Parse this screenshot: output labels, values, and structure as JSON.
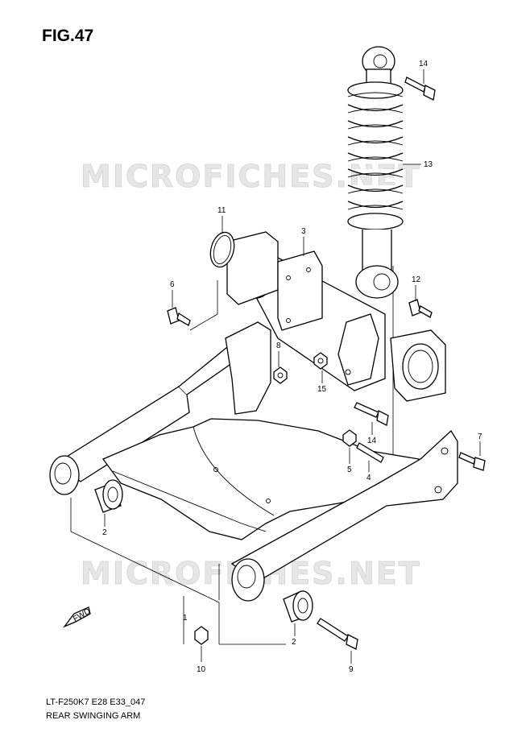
{
  "figure": {
    "title": "FIG.47",
    "model_code": "LT-F250K7 E28 E33_047",
    "name": "REAR SWINGING ARM"
  },
  "watermark": "MICROFICHES.NET",
  "direction_arrow": "FWD",
  "callouts": {
    "c1": "1",
    "c2a": "2",
    "c2b": "2",
    "c3": "3",
    "c4": "4",
    "c5": "5",
    "c6": "6",
    "c7": "7",
    "c8": "8",
    "c9": "9",
    "c10": "10",
    "c11": "11",
    "c12": "12",
    "c13": "13",
    "c14a": "14",
    "c14b": "14",
    "c15": "15"
  },
  "colors": {
    "line": "#000000",
    "background": "#ffffff",
    "watermark": "#e6e6e6"
  }
}
